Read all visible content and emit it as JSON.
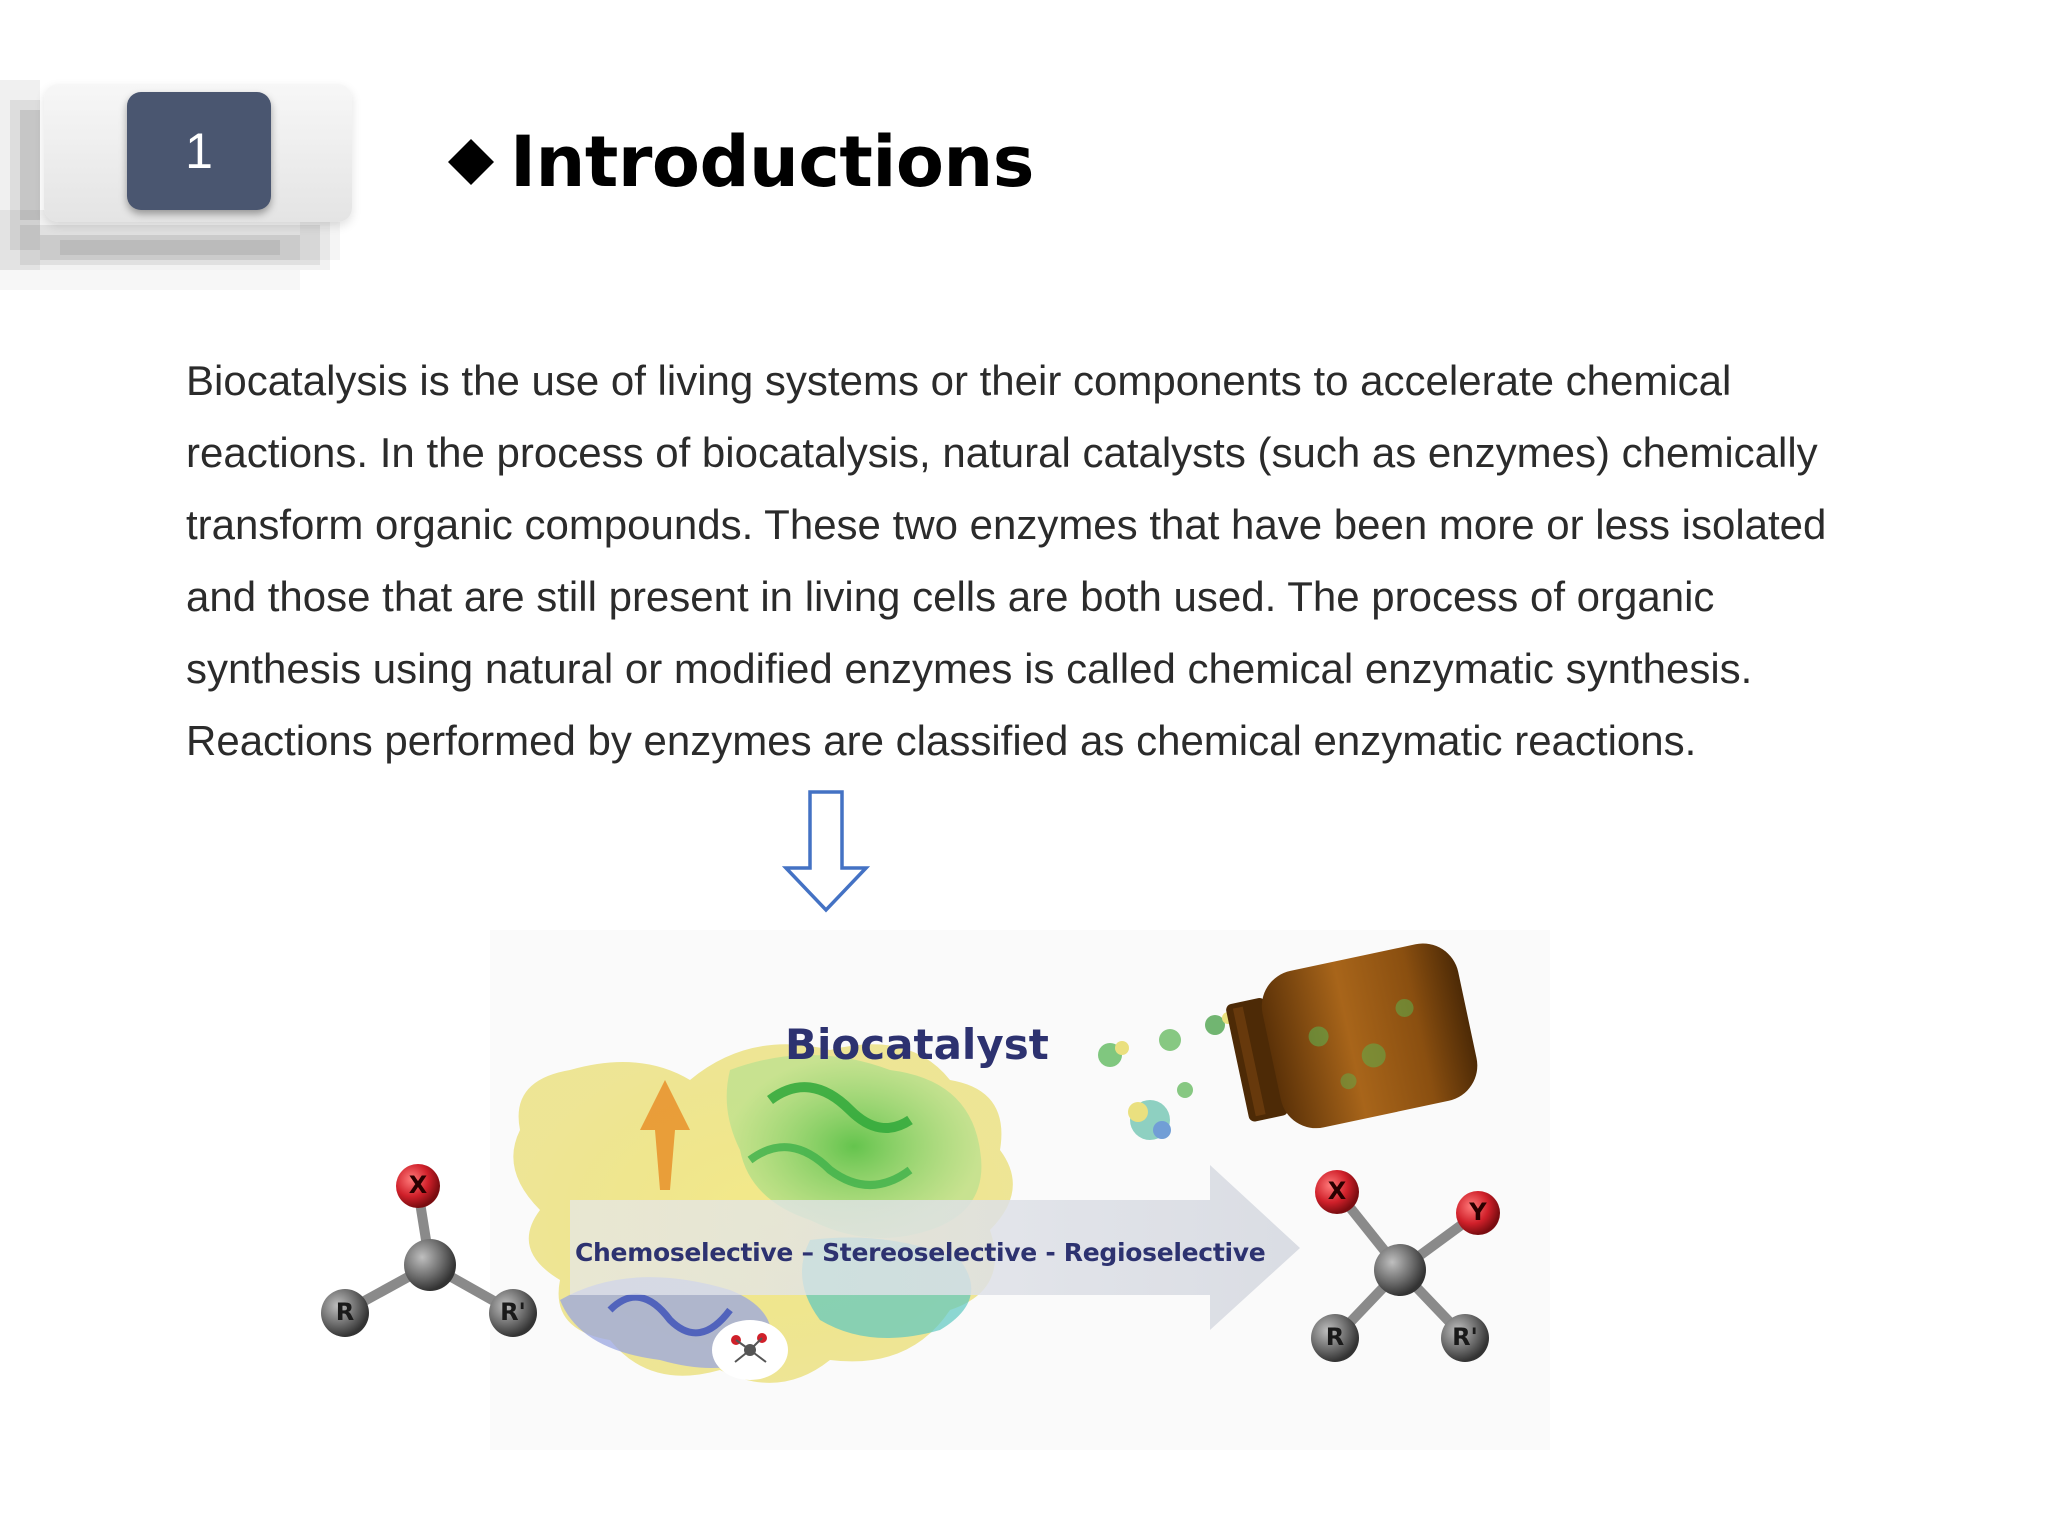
{
  "slide": {
    "number": "1",
    "title": "Introductions",
    "body": "Biocatalysis is the use of living systems or their components to accelerate chemical reactions. In the process of biocatalysis, natural catalysts (such as enzymes) chemically transform organic compounds. These two enzymes that have been more or less isolated and those that are still present in living cells are both used. The process of organic synthesis using natural or modified enzymes is called chemical enzymatic synthesis. Reactions performed by enzymes are classified as chemical enzymatic reactions."
  },
  "figure": {
    "heading": "Biocatalyst",
    "process_label": "Chemoselective – Stereoselective - Regioselective",
    "reactant_atoms": {
      "top": "X",
      "left": "R",
      "right": "R'"
    },
    "product_atoms": {
      "top_left": "X",
      "top_right": "Y",
      "left": "R",
      "right": "R'"
    }
  },
  "colors": {
    "number_box": "#4a5670",
    "arrow_outline": "#4472c4",
    "label_text": "#2d3270",
    "atom_red": "#d0202a",
    "atom_gray": "#6d6d6d",
    "bottle_brown": "#8a4f10"
  },
  "icons": {
    "title_bullet": "diamond-bullet-icon",
    "arrow": "down-arrow-icon"
  }
}
